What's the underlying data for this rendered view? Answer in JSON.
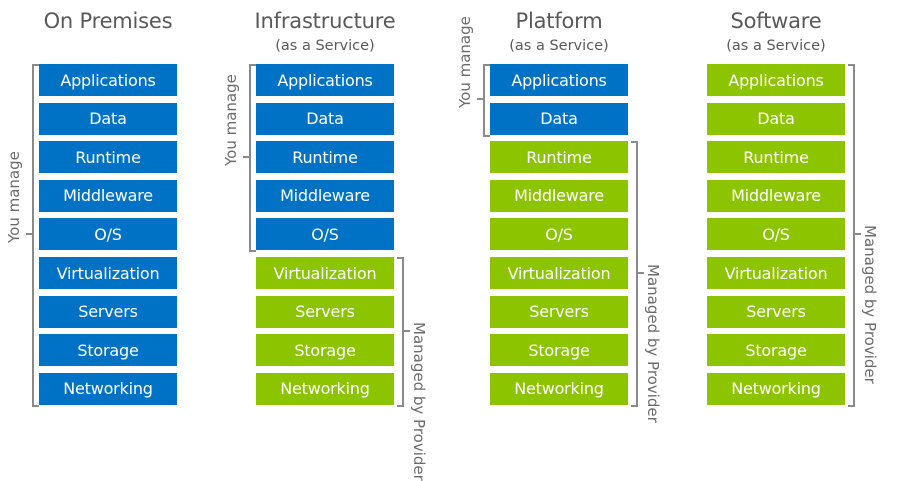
{
  "colors": {
    "you_manage": "#0072C6",
    "managed_by_provider": "#8CC400",
    "text": "#595959",
    "bracket": "#8A8A8A"
  },
  "columns": [
    {
      "title": "On Premises",
      "subtitle": "",
      "you_manage_label": "You manage",
      "provider_label": "",
      "layers": [
        {
          "label": "Applications",
          "owner": "you"
        },
        {
          "label": "Data",
          "owner": "you"
        },
        {
          "label": "Runtime",
          "owner": "you"
        },
        {
          "label": "Middleware",
          "owner": "you"
        },
        {
          "label": "O/S",
          "owner": "you"
        },
        {
          "label": "Virtualization",
          "owner": "you"
        },
        {
          "label": "Servers",
          "owner": "you"
        },
        {
          "label": "Storage",
          "owner": "you"
        },
        {
          "label": "Networking",
          "owner": "you"
        }
      ]
    },
    {
      "title": "Infrastructure",
      "subtitle": "(as a Service)",
      "you_manage_label": "You manage",
      "provider_label": "Managed by Provider",
      "layers": [
        {
          "label": "Applications",
          "owner": "you"
        },
        {
          "label": "Data",
          "owner": "you"
        },
        {
          "label": "Runtime",
          "owner": "you"
        },
        {
          "label": "Middleware",
          "owner": "you"
        },
        {
          "label": "O/S",
          "owner": "you"
        },
        {
          "label": "Virtualization",
          "owner": "provider"
        },
        {
          "label": "Servers",
          "owner": "provider"
        },
        {
          "label": "Storage",
          "owner": "provider"
        },
        {
          "label": "Networking",
          "owner": "provider"
        }
      ]
    },
    {
      "title": "Platform",
      "subtitle": "(as a Service)",
      "you_manage_label": "You manage",
      "provider_label": "Managed by Provider",
      "layers": [
        {
          "label": "Applications",
          "owner": "you"
        },
        {
          "label": "Data",
          "owner": "you"
        },
        {
          "label": "Runtime",
          "owner": "provider"
        },
        {
          "label": "Middleware",
          "owner": "provider"
        },
        {
          "label": "O/S",
          "owner": "provider"
        },
        {
          "label": "Virtualization",
          "owner": "provider"
        },
        {
          "label": "Servers",
          "owner": "provider"
        },
        {
          "label": "Storage",
          "owner": "provider"
        },
        {
          "label": "Networking",
          "owner": "provider"
        }
      ]
    },
    {
      "title": "Software",
      "subtitle": "(as a Service)",
      "you_manage_label": "",
      "provider_label": "Managed by Provider",
      "layers": [
        {
          "label": "Applications",
          "owner": "provider"
        },
        {
          "label": "Data",
          "owner": "provider"
        },
        {
          "label": "Runtime",
          "owner": "provider"
        },
        {
          "label": "Middleware",
          "owner": "provider"
        },
        {
          "label": "O/S",
          "owner": "provider"
        },
        {
          "label": "Virtualization",
          "owner": "provider"
        },
        {
          "label": "Servers",
          "owner": "provider"
        },
        {
          "label": "Storage",
          "owner": "provider"
        },
        {
          "label": "Networking",
          "owner": "provider"
        }
      ]
    }
  ]
}
